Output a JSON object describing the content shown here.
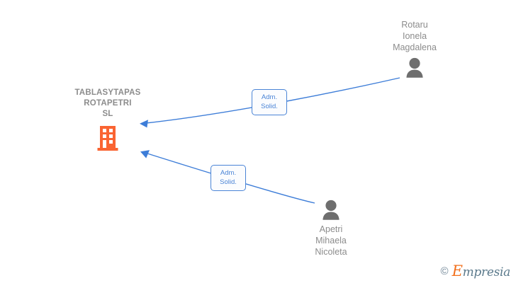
{
  "graph": {
    "company": {
      "name": "TABLASYTAPAS\nROTAPETRI\nSL",
      "icon": "building-icon",
      "color": "#FA6432"
    },
    "persons": [
      {
        "name": "Rotaru\nIonela\nMagdalena",
        "icon": "person-icon",
        "color": "#6E6E6E",
        "position": "top-right"
      },
      {
        "name": "Apetri\nMihaela\nNicoleta",
        "icon": "person-icon",
        "color": "#6E6E6E",
        "position": "bottom-right"
      }
    ],
    "relations": [
      {
        "label": "Adm.\nSolid.",
        "from": "Rotaru Ionela Magdalena",
        "to": "TABLASYTAPAS ROTAPETRI SL",
        "color": "#3D7DD8"
      },
      {
        "label": "Adm.\nSolid.",
        "from": "Apetri Mihaela Nicoleta",
        "to": "TABLASYTAPAS ROTAPETRI SL",
        "color": "#3D7DD8"
      }
    ]
  },
  "watermark": {
    "copyright": "©",
    "brand_initial": "E",
    "brand_rest": "mpresia",
    "accent_color": "#F2701D",
    "text_color": "#5B7A8C"
  }
}
